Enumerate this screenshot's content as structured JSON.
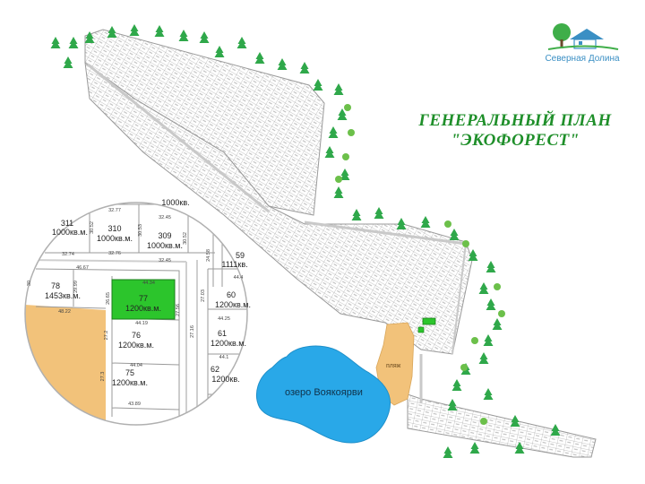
{
  "brand": {
    "name": "Северная Долина",
    "logo_icon": "house-tree-logo-icon",
    "colors": {
      "tree": "#3fae49",
      "roof": "#3a8fc4",
      "text": "#3a8fc4"
    }
  },
  "title": {
    "line1": "ГЕНЕРАЛЬНЫЙ ПЛАН",
    "line2": "\"ЭКОФОРЕСТ\"",
    "color": "#1f8f2a"
  },
  "features": {
    "lake_label": "озеро Воякоярви",
    "beach_label": "пляж",
    "lake_color": "#29a8e8",
    "beach_color": "#f2c27a",
    "forest_icon": "pine-tree-icon",
    "deciduous_icon": "round-tree-icon",
    "tree_color": "#2fa84a"
  },
  "inset": {
    "highlight_color": "#2cc52c",
    "plots": [
      {
        "id": "311",
        "area": "1000кв.м."
      },
      {
        "id": "310",
        "area": "1000кв.м."
      },
      {
        "id": "309",
        "area": "1000кв.м."
      },
      {
        "id": "",
        "area": "1000кв."
      },
      {
        "id": "59",
        "area": "1111кв."
      },
      {
        "id": "78",
        "area": "1453кв.м."
      },
      {
        "id": "77",
        "area": "1200кв.м.",
        "highlighted": true
      },
      {
        "id": "60",
        "area": "1200кв.м."
      },
      {
        "id": "76",
        "area": "1200кв.м."
      },
      {
        "id": "61",
        "area": "1200кв.м."
      },
      {
        "id": "75",
        "area": "1200кв.м."
      },
      {
        "id": "62",
        "area": "1200кв."
      }
    ],
    "dimensions": [
      "32.77",
      "32.45",
      "30.52",
      "30.53",
      "30.52",
      "32.74",
      "32.76",
      "32.45",
      "46.67",
      "44.34",
      "44.4",
      "30",
      "29.99",
      "26.65",
      "27.56",
      "48.22",
      "44.19",
      "44.25",
      "27.2",
      "27.16",
      "27.03",
      "44.04",
      "44.1",
      "27.3",
      "43.89",
      "24.58"
    ]
  }
}
